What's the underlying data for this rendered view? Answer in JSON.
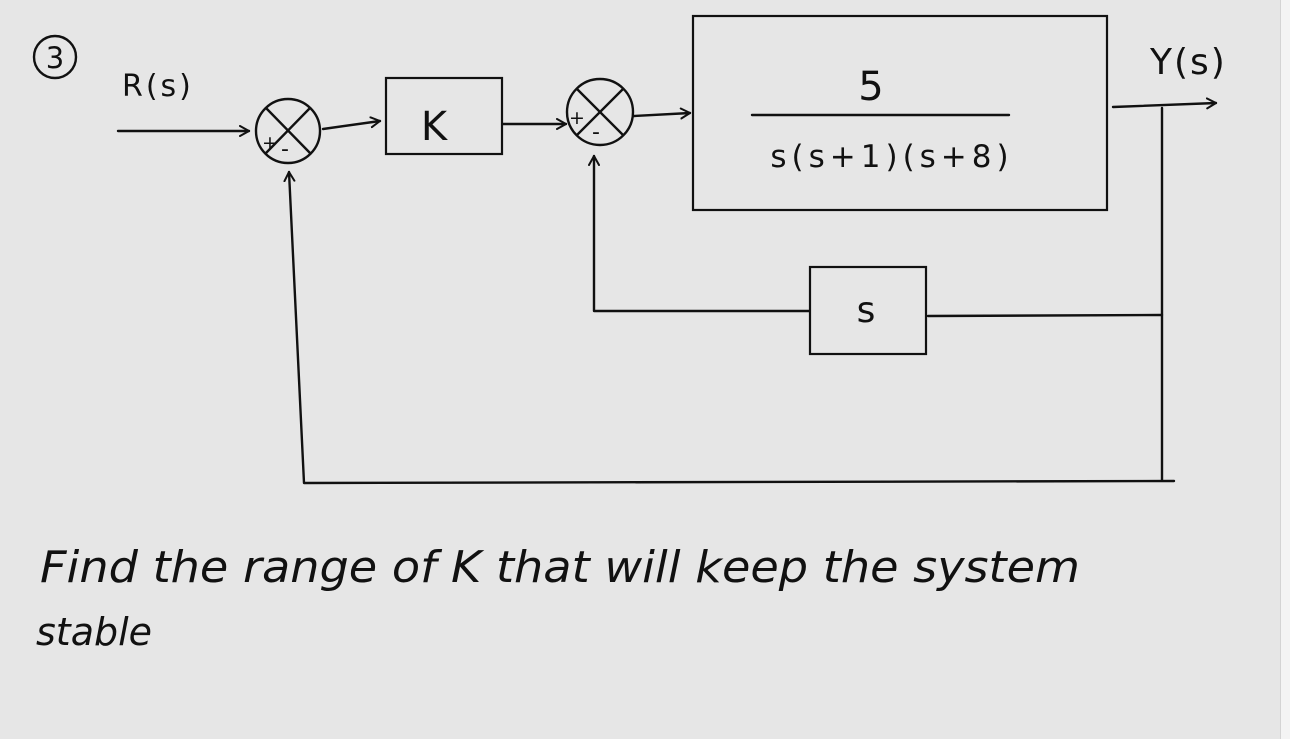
{
  "problem_number": "3",
  "input_label": "R(s)",
  "output_label": "Y(s)",
  "forward_gain_block": "K",
  "plant_block": {
    "numerator": "5",
    "denominator": "s(s+1)(s+8)"
  },
  "inner_feedback_block": "s",
  "summing_junction_1": {
    "plus": "+",
    "minus": "-"
  },
  "summing_junction_2": {
    "plus": "+",
    "minus": "-"
  },
  "question_line_1": "Find the range of K that will keep the system",
  "question_line_2": "stable"
}
